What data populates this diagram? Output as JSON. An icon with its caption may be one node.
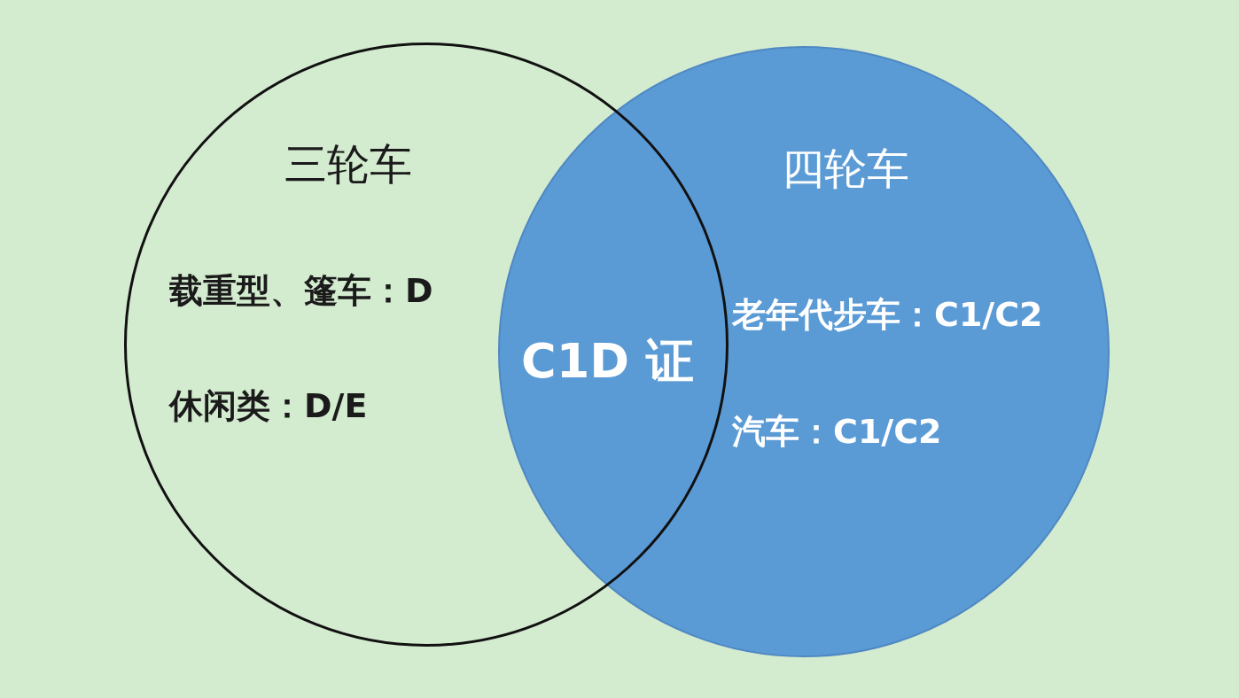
{
  "diagram": {
    "nodes": [
      {
        "text": [
          "三轮车",
          "载重型、篷车：D",
          "休闲类：D/E"
        ]
      },
      {
        "text": [
          "四轮车",
          "老年代步车：C1/C2",
          "汽车：C1/C2"
        ]
      }
    ],
    "labels": [
      "C1D 证"
    ]
  }
}
